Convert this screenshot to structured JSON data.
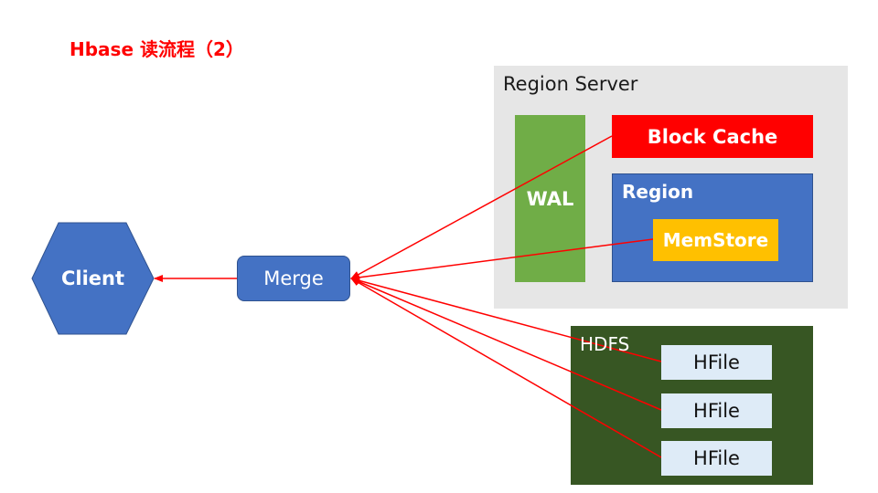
{
  "title": "Hbase 读流程（2）",
  "region_server": {
    "label": "Region Server",
    "wal_label": "WAL",
    "block_cache_label": "Block Cache",
    "region_label": "Region",
    "memstore_label": "MemStore"
  },
  "hdfs": {
    "label": "HDFS",
    "hfiles": [
      "HFile",
      "HFile",
      "HFile"
    ]
  },
  "merge_label": "Merge",
  "client_label": "Client",
  "colors": {
    "title": "#ff0000",
    "arrows": "#ff0000",
    "block_cache": "#ff0000",
    "wal": "#70ad47",
    "region": "#4472c4",
    "memstore": "#ffc000",
    "hdfs": "#375623",
    "hfile": "#deebf7",
    "merge": "#4472c4",
    "client": "#4472c4",
    "region_server_bg": "#e6e6e6"
  }
}
